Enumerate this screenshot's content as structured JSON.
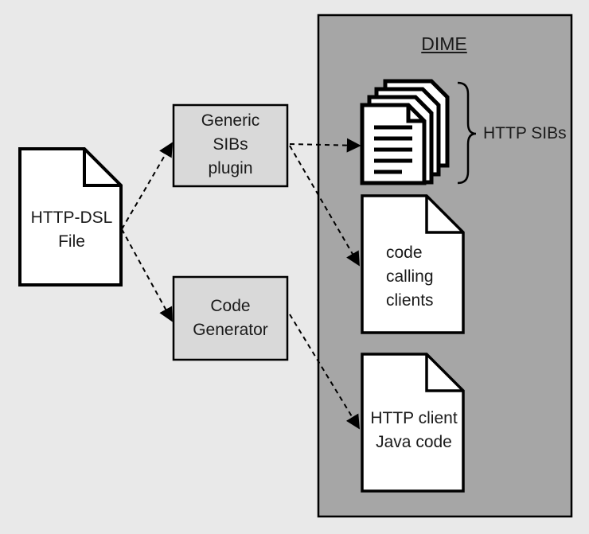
{
  "diagram": {
    "container": {
      "title": "DIME",
      "fill": "#a6a6a6"
    },
    "nodes": {
      "dsl_file": {
        "line1": "HTTP-DSL",
        "line2": "File"
      },
      "sibs_plugin": {
        "line1": "Generic",
        "line2": "SIBs",
        "line3": "plugin"
      },
      "code_generator": {
        "line1": "Code",
        "line2": "Generator"
      },
      "http_sibs": {
        "label": "HTTP SIBs"
      },
      "calling_clients": {
        "line1": "code",
        "line2": "calling",
        "line3": "clients"
      },
      "client_code": {
        "line1": "HTTP client",
        "line2": "Java code"
      }
    },
    "edges": [
      {
        "from": "dsl_file",
        "to": "sibs_plugin",
        "style": "dashed"
      },
      {
        "from": "dsl_file",
        "to": "code_generator",
        "style": "dashed"
      },
      {
        "from": "sibs_plugin",
        "to": "http_sibs",
        "style": "dashed"
      },
      {
        "from": "sibs_plugin",
        "to": "calling_clients",
        "style": "dashed"
      },
      {
        "from": "code_generator",
        "to": "client_code",
        "style": "dashed"
      }
    ],
    "colors": {
      "background": "#e9e9e9",
      "box_fill": "#d9d9d9",
      "doc_fill": "#ffffff",
      "stroke": "#000000"
    }
  }
}
